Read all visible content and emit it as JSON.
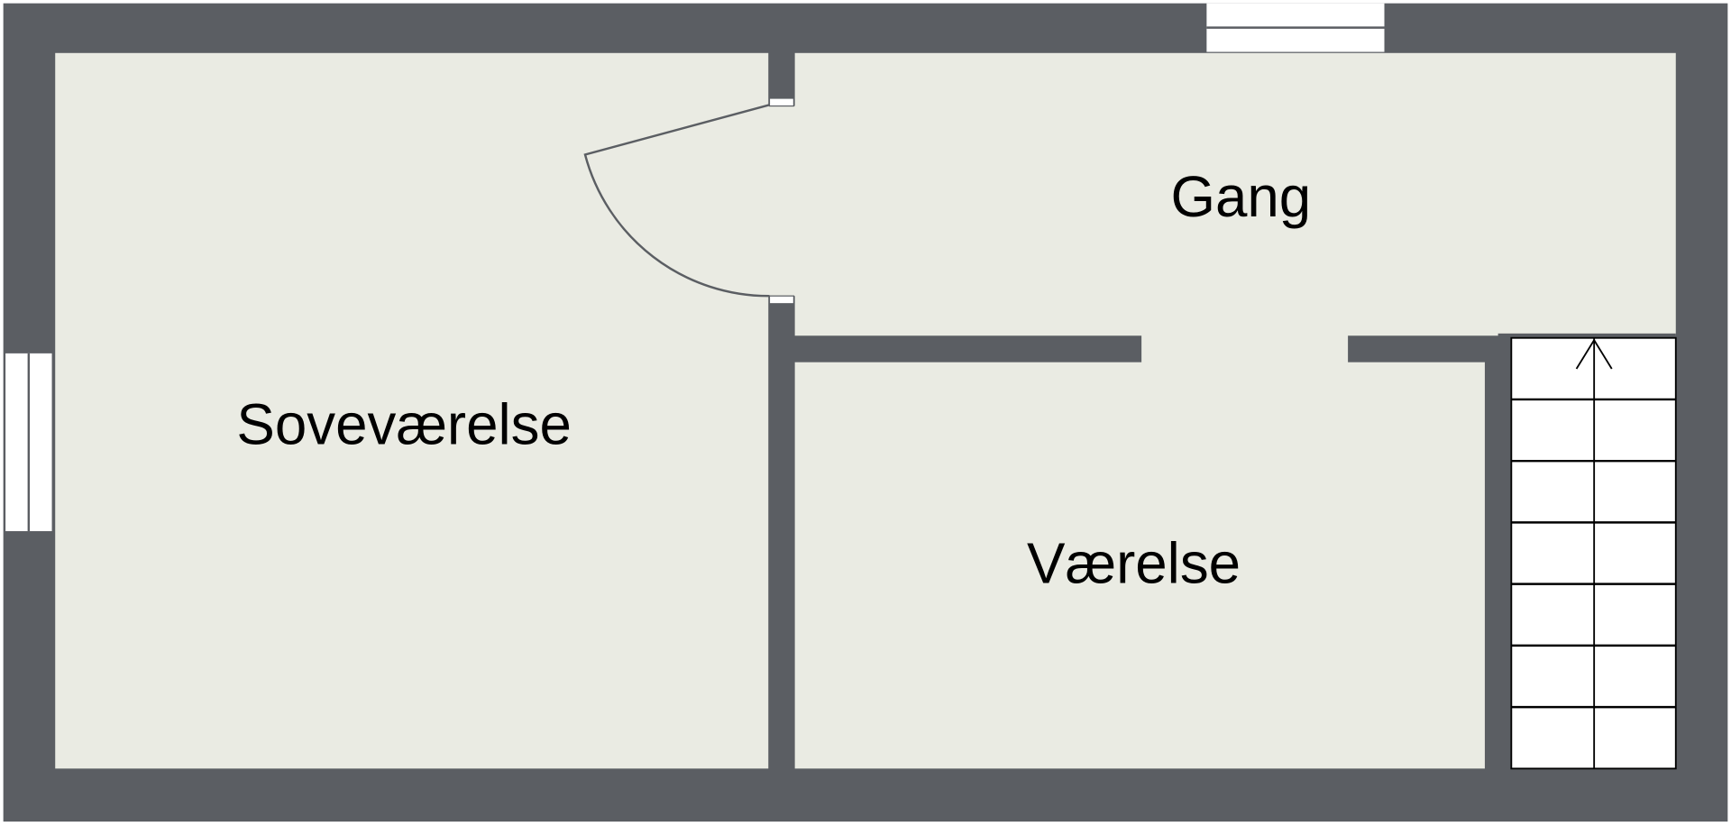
{
  "floorplan": {
    "rooms": [
      {
        "name": "Soveværelse"
      },
      {
        "name": "Gang"
      },
      {
        "name": "Værelse"
      }
    ],
    "stairs": {
      "steps": 7,
      "direction": "up"
    },
    "colors": {
      "wall": "#5b5e63",
      "floor": "#eaebe3",
      "window": "#ffffff",
      "line": "#000000"
    }
  }
}
